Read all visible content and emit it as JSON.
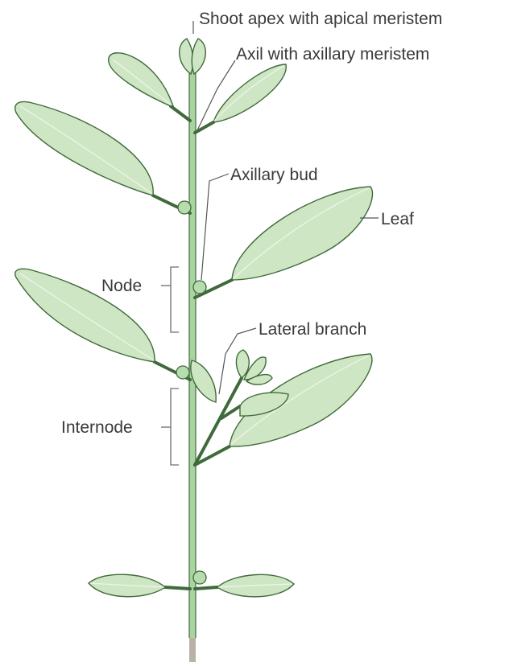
{
  "labels": {
    "apex": "Shoot apex with apical meristem",
    "axil": "Axil with axillary meristem",
    "axillary_bud": "Axillary bud",
    "leaf": "Leaf",
    "node": "Node",
    "lateral_branch": "Lateral branch",
    "internode": "Internode"
  },
  "colors": {
    "leaf_fill": "#cfe6c5",
    "leaf_outline": "#3f6a3a",
    "stem": "#a9d3a0",
    "root": "#b9b2a6",
    "label_text": "#3a3a3a"
  }
}
